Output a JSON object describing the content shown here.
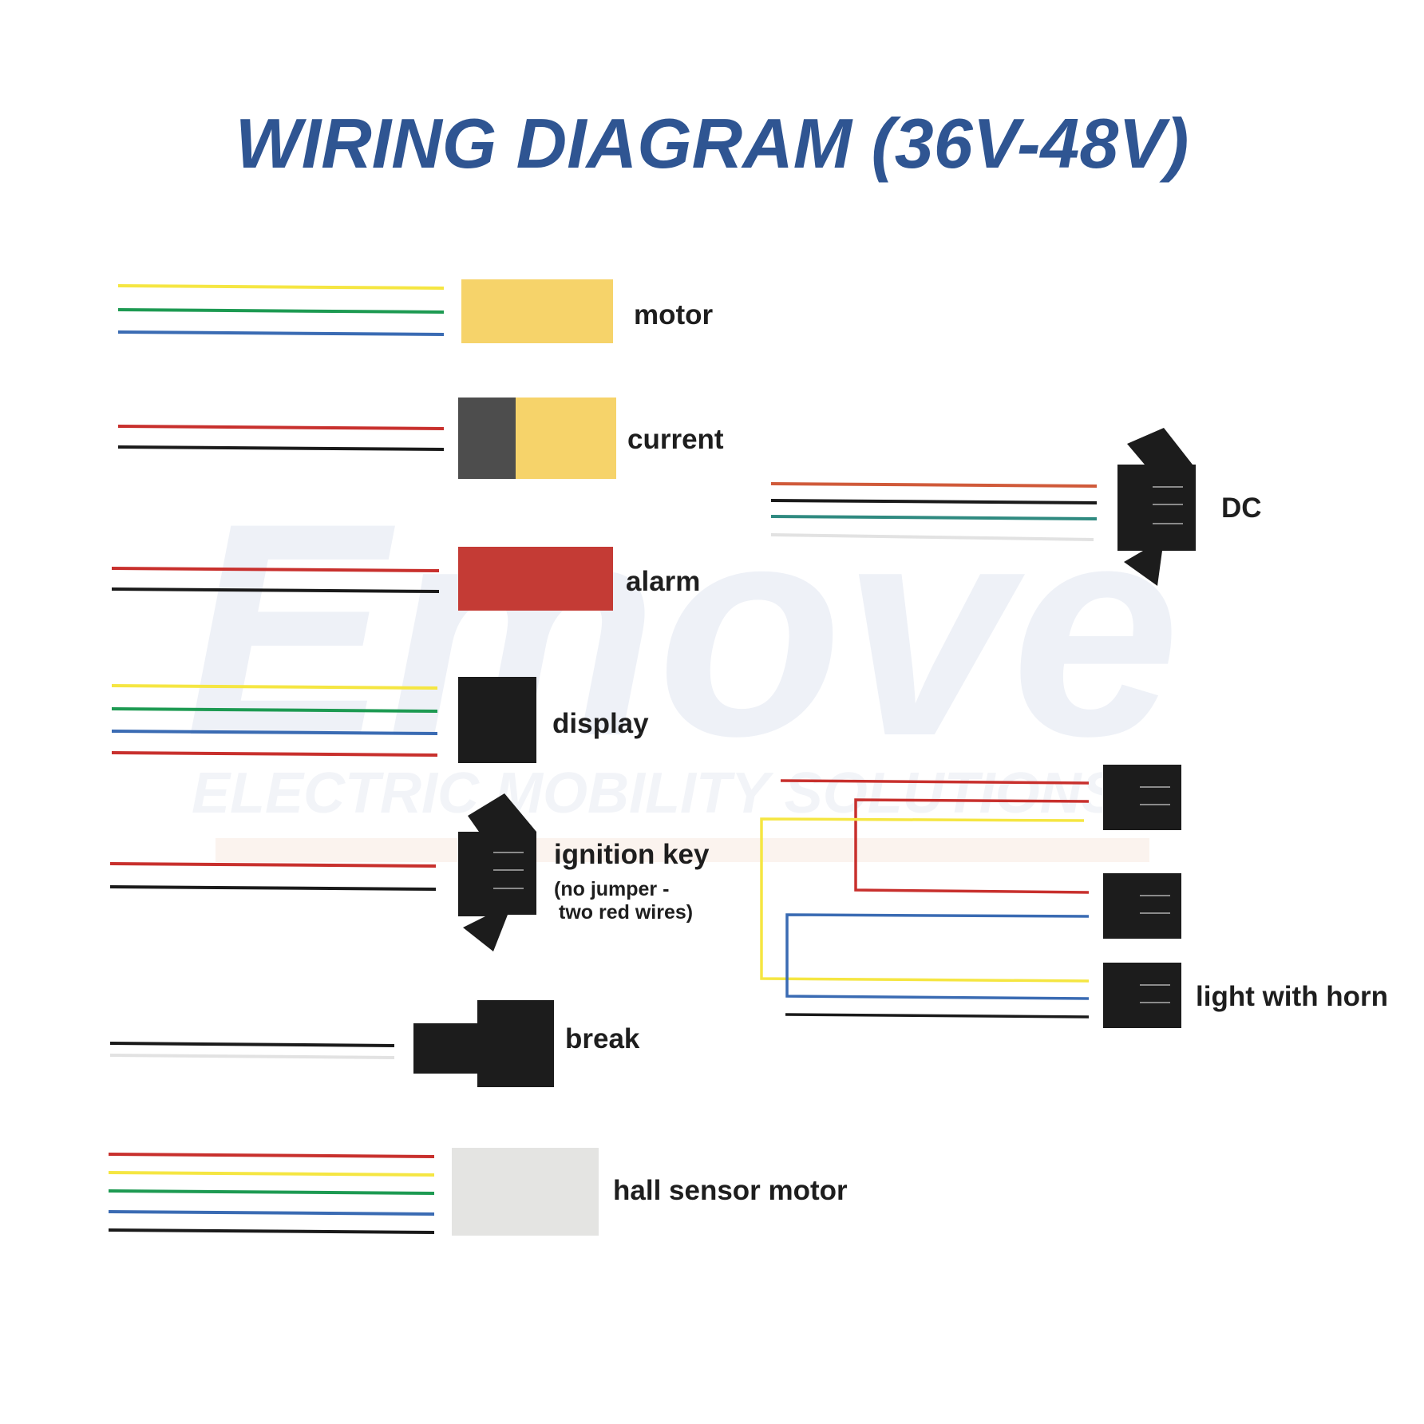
{
  "title": "WIRING DIAGRAM (36V-48V)",
  "watermark": {
    "brand": "Emove",
    "tagline": "ELECTRIC MOBILITY SOLUTIONS"
  },
  "colors": {
    "title": "#2f5592",
    "yellow": "#f5e642",
    "green": "#1d9a52",
    "blue": "#3a6bb3",
    "red": "#c8302d",
    "black": "#1a1a1a",
    "orange_red": "#d05a3a",
    "teal": "#2f8a80",
    "white_wire": "#e2e2e2",
    "connector_yellow": "#f6d36a",
    "connector_gray": "#4d4d4d",
    "connector_red": "#c43b35",
    "connector_black": "#1c1c1c",
    "connector_white": "#e4e4e2"
  },
  "components": [
    {
      "id": "motor",
      "label": "motor",
      "wires": [
        "yellow",
        "green",
        "blue"
      ],
      "connector": "yellow-block"
    },
    {
      "id": "current",
      "label": "current",
      "wires": [
        "red",
        "black"
      ],
      "connector": "gray-yellow-block"
    },
    {
      "id": "alarm",
      "label": "alarm",
      "wires": [
        "red",
        "black"
      ],
      "connector": "red-block"
    },
    {
      "id": "display",
      "label": "display",
      "wires": [
        "yellow",
        "green",
        "blue",
        "red"
      ],
      "connector": "black-block"
    },
    {
      "id": "ignition",
      "label": "ignition key",
      "note_line1": "(no jumper -",
      "note_line2": "two red wires)",
      "wires": [
        "red",
        "black"
      ],
      "connector": "black-plug-with-pins"
    },
    {
      "id": "brake",
      "label": "break",
      "wires": [
        "black",
        "white"
      ],
      "connector": "black-stepped-block"
    },
    {
      "id": "hall",
      "label": "hall sensor motor",
      "wires": [
        "red",
        "yellow",
        "green",
        "blue",
        "black"
      ],
      "connector": "white-block"
    },
    {
      "id": "dc",
      "label": "DC",
      "wires": [
        "orange_red",
        "black",
        "teal",
        "white"
      ],
      "connector": "black-plug-with-pins"
    },
    {
      "id": "light",
      "label": "light with horn",
      "wires": [
        "red",
        "yellow",
        "red",
        "blue",
        "yellow",
        "blue",
        "black"
      ],
      "connector": "three-black-blocks"
    }
  ]
}
